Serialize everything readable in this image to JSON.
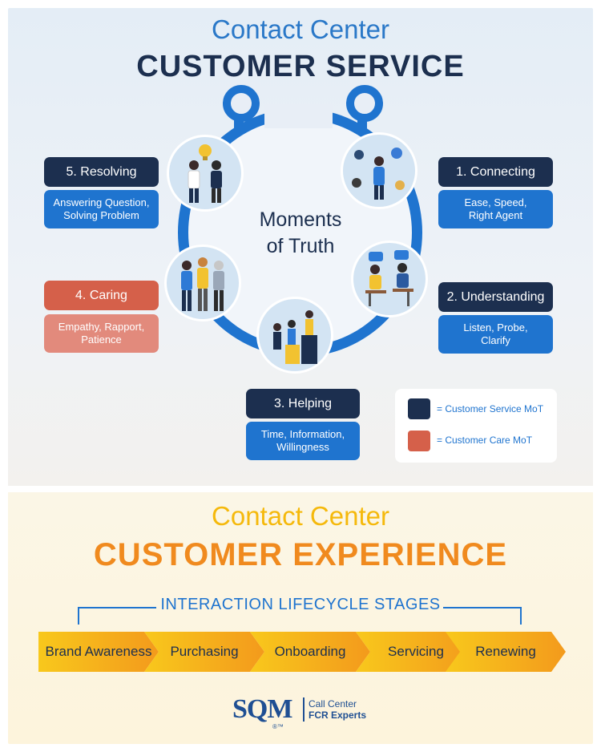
{
  "header": {
    "subtitle": "Contact Center",
    "title": "CUSTOMER SERVICE"
  },
  "center_text": "Moments\nof Truth",
  "moments": [
    {
      "label": "1. Connecting",
      "desc": "Ease, Speed,\nRight Agent",
      "type": "Customer Service MoT"
    },
    {
      "label": "2. Understanding",
      "desc": "Listen, Probe,\nClarify",
      "type": "Customer Service MoT"
    },
    {
      "label": "3. Helping",
      "desc": "Time, Information,\nWillingness",
      "type": "Customer Service MoT"
    },
    {
      "label": "4. Caring",
      "desc": "Empathy, Rapport,\nPatience",
      "type": "Customer Care MoT"
    },
    {
      "label": "5. Resolving",
      "desc": "Answering Question,\nSolving Problem",
      "type": "Customer Service MoT"
    }
  ],
  "legend": [
    {
      "label": "= Customer Service MoT",
      "color": "#1c2f4f"
    },
    {
      "label": "= Customer Care MoT",
      "color": "#d5604a"
    }
  ],
  "experience": {
    "subtitle": "Contact Center",
    "title": "CUSTOMER EXPERIENCE",
    "stages_title": "INTERACTION LIFECYCLE STAGES",
    "stages": [
      "Brand Awareness",
      "Purchasing",
      "Onboarding",
      "Servicing",
      "Renewing"
    ]
  },
  "logo": {
    "mark": "SQM",
    "line1": "Call Center",
    "line2": "FCR Experts",
    "tm": "®™"
  },
  "colors": {
    "navy": "#1c2f4f",
    "blue": "#1f74cf",
    "red": "#d5604a",
    "pink": "#e28a7c",
    "orange": "#f08a1e",
    "yellow": "#f5b90c"
  }
}
